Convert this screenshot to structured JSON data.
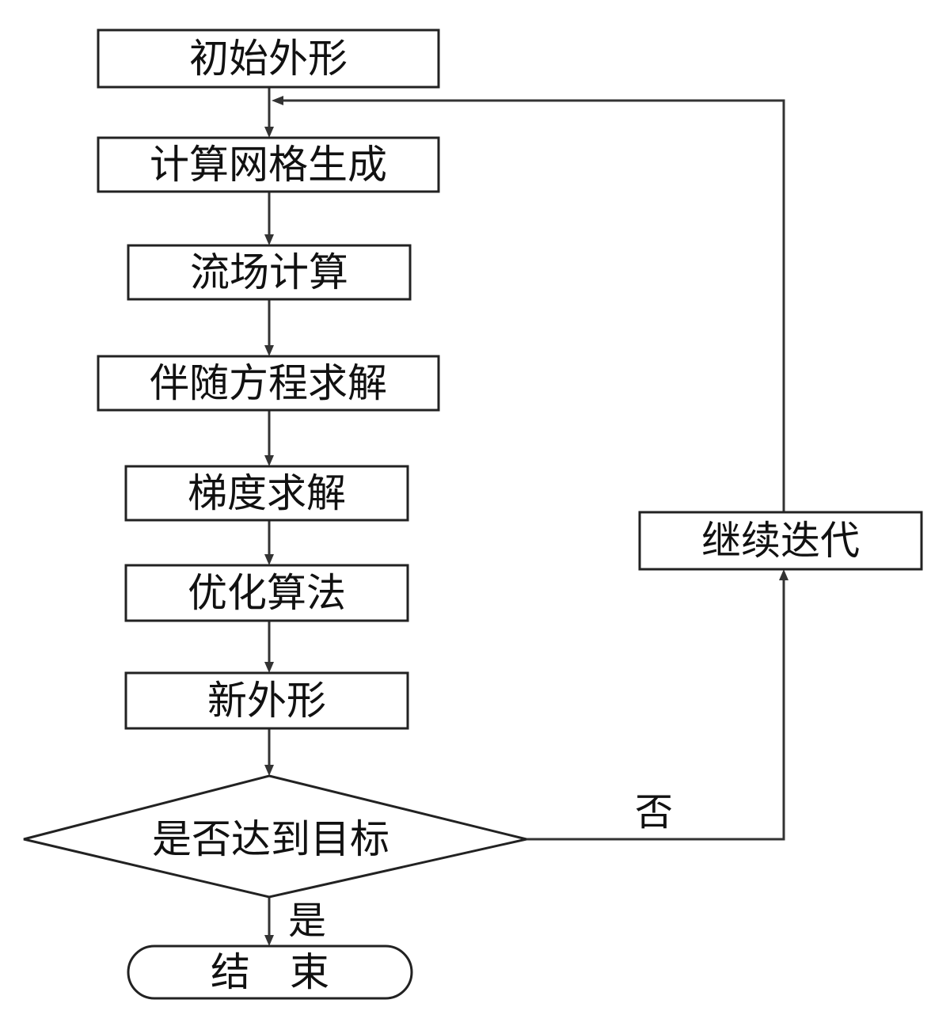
{
  "diagram": {
    "nodes": {
      "start": "初始外形",
      "mesh": "计算网格生成",
      "flow": "流场计算",
      "adjoint": "伴随方程求解",
      "gradient": "梯度求解",
      "optimize": "优化算法",
      "new_shape": "新外形",
      "decision": "是否达到目标",
      "end": "结　束",
      "continue": "继续迭代"
    },
    "edges": {
      "no_label": "否",
      "yes_label": "是"
    },
    "colors": {
      "line": "#333333",
      "border": "#222222",
      "text": "#111111",
      "background": "#ffffff"
    }
  }
}
